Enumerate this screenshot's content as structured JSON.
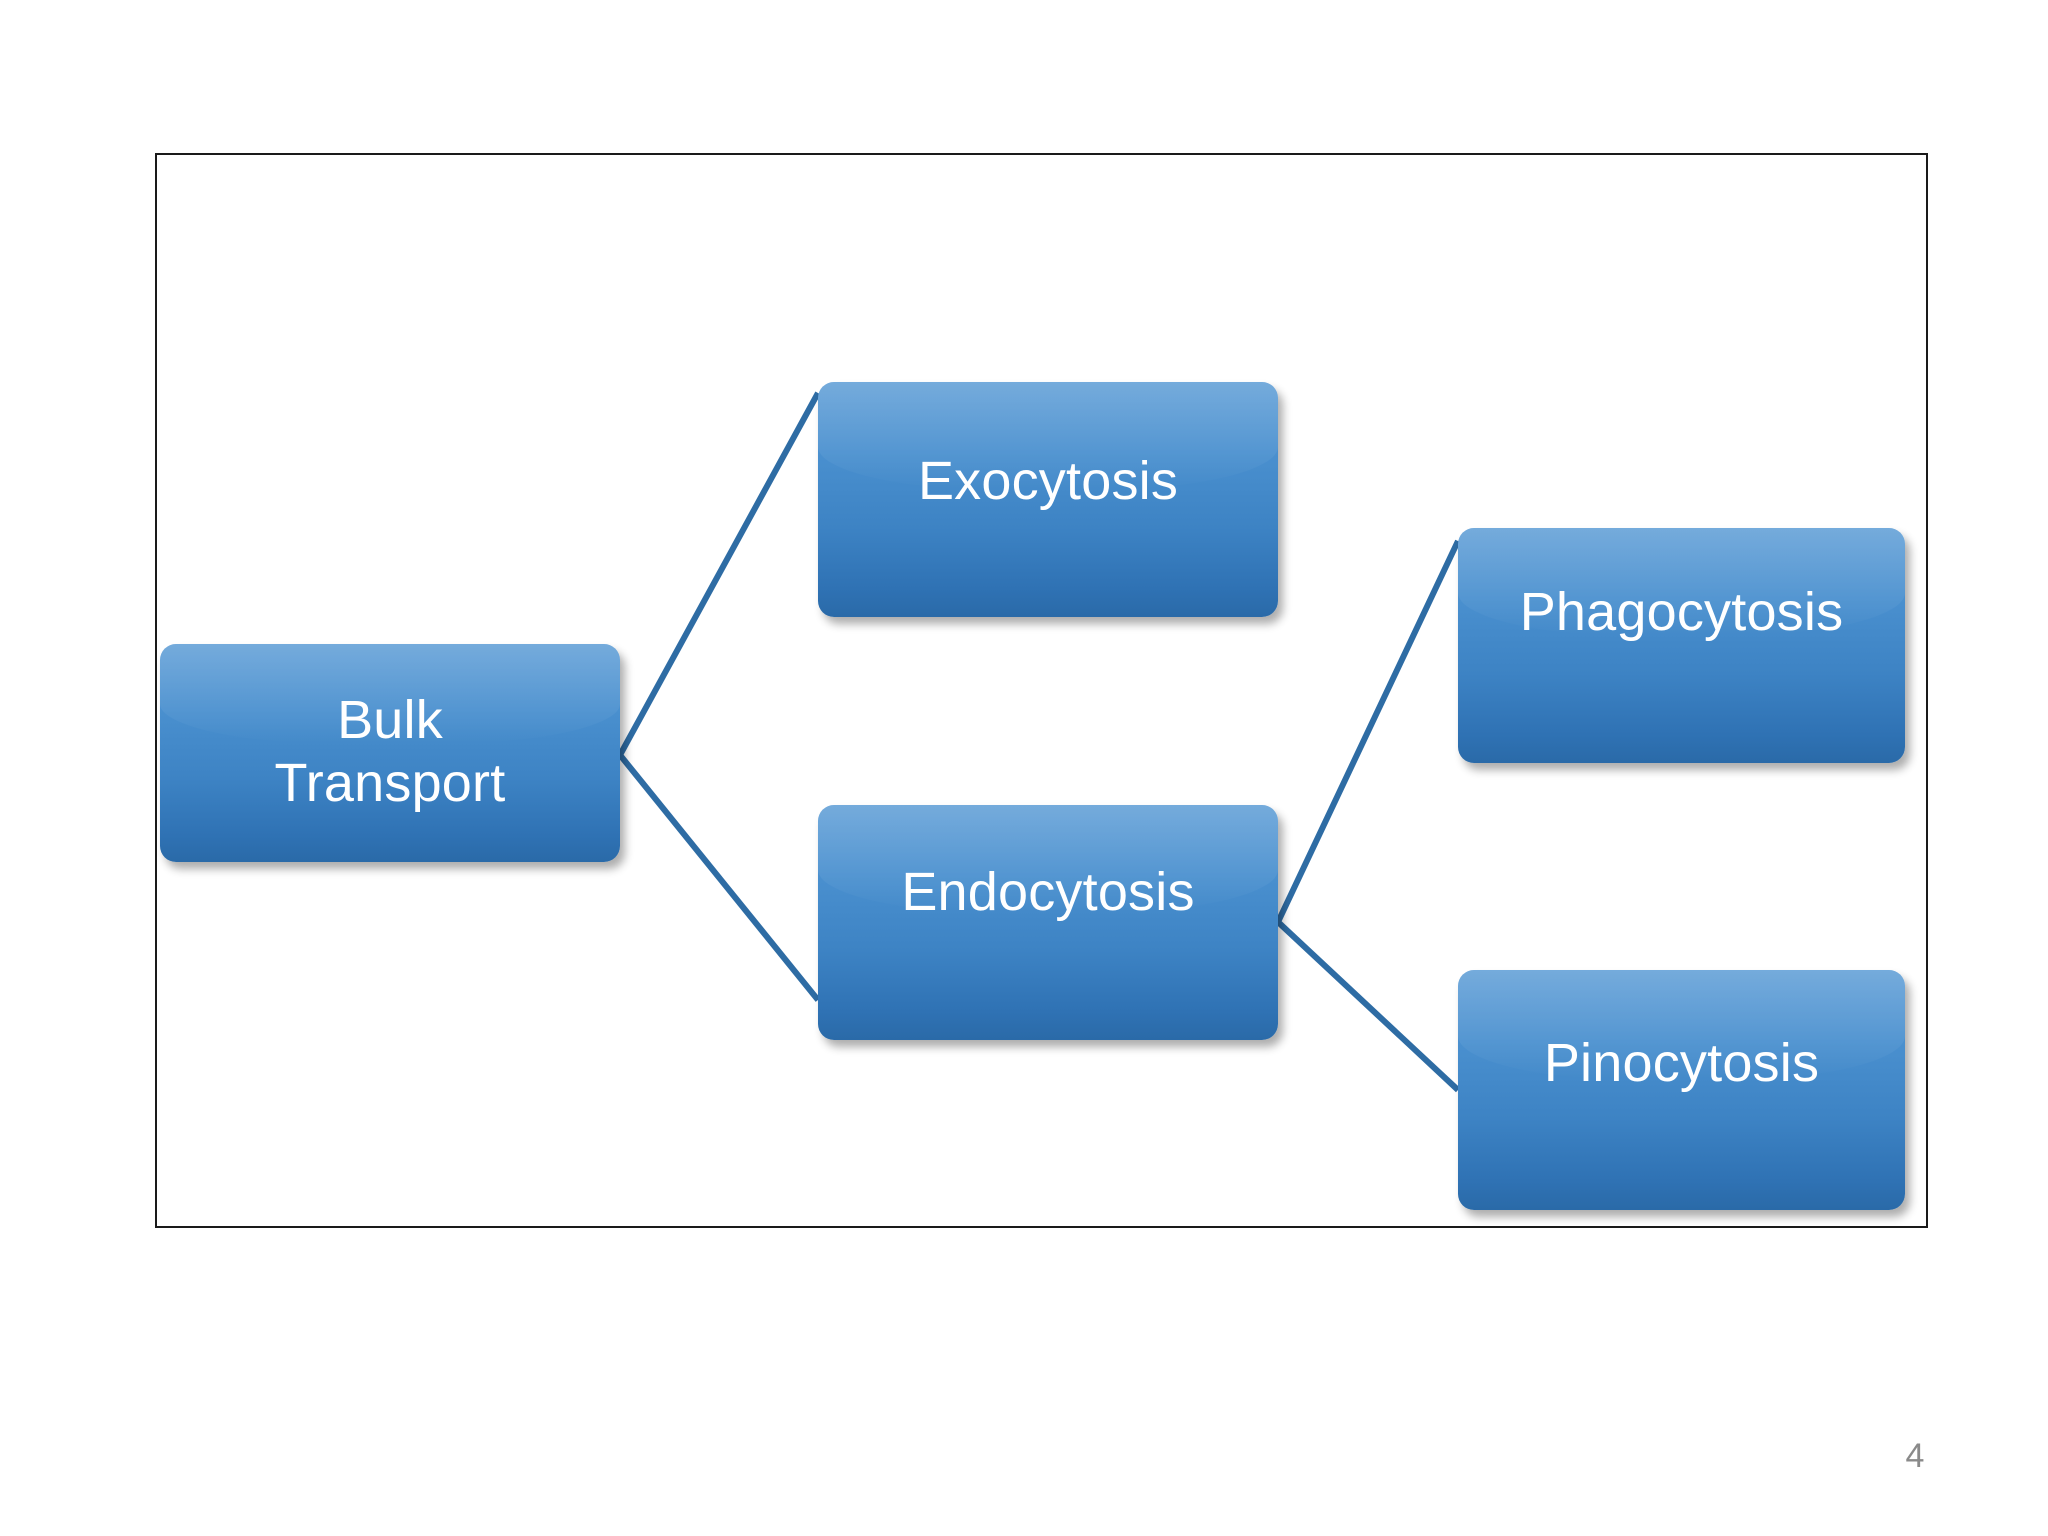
{
  "slide": {
    "page_number": "4",
    "background_color": "#ffffff",
    "frame_border_color": "#1a1a1a"
  },
  "theme": {
    "node_fill_top": "#5a9bd5",
    "node_fill_bottom": "#2a6aa8",
    "node_text_color": "#ffffff",
    "connector_color": "#2e6ca4",
    "page_number_color": "#8a8a8a"
  },
  "diagram": {
    "type": "hierarchy",
    "root": "Bulk Transport",
    "nodes": [
      {
        "id": "bulk-transport",
        "label": "Bulk\nTransport",
        "level": 0
      },
      {
        "id": "exocytosis",
        "label": "Exocytosis",
        "level": 1
      },
      {
        "id": "endocytosis",
        "label": "Endocytosis",
        "level": 1
      },
      {
        "id": "phagocytosis",
        "label": "Phagocytosis",
        "level": 2
      },
      {
        "id": "pinocytosis",
        "label": "Pinocytosis",
        "level": 2
      }
    ],
    "edges": [
      {
        "from": "bulk-transport",
        "to": "exocytosis"
      },
      {
        "from": "bulk-transport",
        "to": "endocytosis"
      },
      {
        "from": "endocytosis",
        "to": "phagocytosis"
      },
      {
        "from": "endocytosis",
        "to": "pinocytosis"
      }
    ]
  }
}
